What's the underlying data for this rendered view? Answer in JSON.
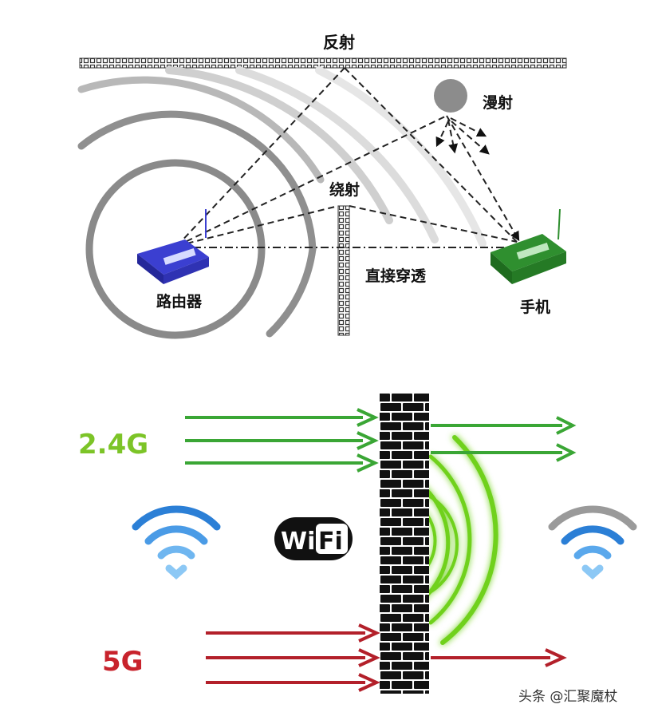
{
  "top_diagram": {
    "label_reflection": "反射",
    "label_scattering": "漫射",
    "label_diffraction": "绕射",
    "label_penetration": "直接穿透",
    "label_router": "路由器",
    "label_phone": "手机"
  },
  "bottom_diagram": {
    "label_24g": "2.4G",
    "label_5g": "5G",
    "wifi_logo_wi": "Wi",
    "wifi_logo_fi": "Fi"
  },
  "watermark": "头条 @汇聚魔杖",
  "colors": {
    "router": "#3b3fd1",
    "phone": "#2f8f2f",
    "arrow_24g": "#3aa635",
    "arrow_5g": "#b3202a",
    "wifi_blue": "#2b7fd6",
    "glow_green": "#6fd11e",
    "wall": "#111111"
  }
}
